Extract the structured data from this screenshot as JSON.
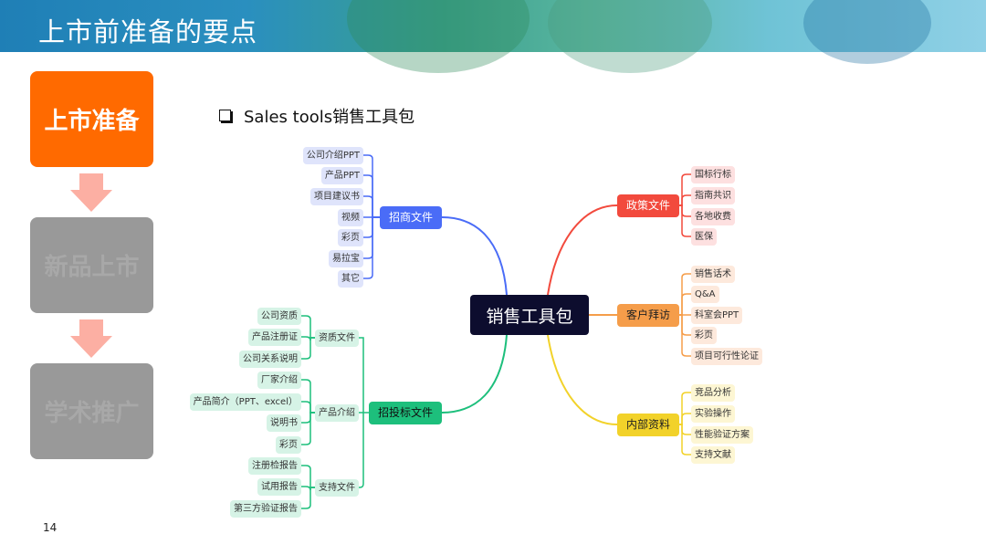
{
  "header": {
    "title": "上市前准备的要点"
  },
  "steps": [
    {
      "label": "上市准备",
      "active": true
    },
    {
      "label": "新品上市",
      "active": false
    },
    {
      "label": "学术推广",
      "active": false
    }
  ],
  "subheading": "Sales tools销售工具包",
  "mindmap": {
    "center": "销售工具包",
    "colors": {
      "blue": "#4a6cf7",
      "green": "#1dbf7c",
      "red": "#f24a3d",
      "orange": "#f59d4a",
      "yellow": "#f2d22a"
    },
    "zhaoshang": {
      "label": "招商文件",
      "leaves": [
        "公司介绍PPT",
        "产品PPT",
        "项目建议书",
        "视频",
        "彩页",
        "易拉宝",
        "其它"
      ]
    },
    "zhaotoubiao": {
      "label": "招投标文件",
      "groups": [
        {
          "label": "资质文件",
          "leaves": [
            "公司资质",
            "产品注册证",
            "公司关系说明"
          ]
        },
        {
          "label": "产品介绍",
          "leaves": [
            "厂家介绍",
            "产品简介（PPT、excel）",
            "说明书",
            "彩页"
          ]
        },
        {
          "label": "支持文件",
          "leaves": [
            "注册检报告",
            "试用报告",
            "第三方验证报告"
          ]
        }
      ]
    },
    "zhengce": {
      "label": "政策文件",
      "leaves": [
        "国标行标",
        "指南共识",
        "各地收费",
        "医保"
      ]
    },
    "kehu": {
      "label": "客户拜访",
      "leaves": [
        "销售话术",
        "Q&A",
        "科室会PPT",
        "彩页",
        "项目可行性论证"
      ]
    },
    "neibu": {
      "label": "内部资料",
      "leaves": [
        "竞品分析",
        "实验操作",
        "性能验证方案",
        "支持文献"
      ]
    }
  },
  "page_number": "14"
}
